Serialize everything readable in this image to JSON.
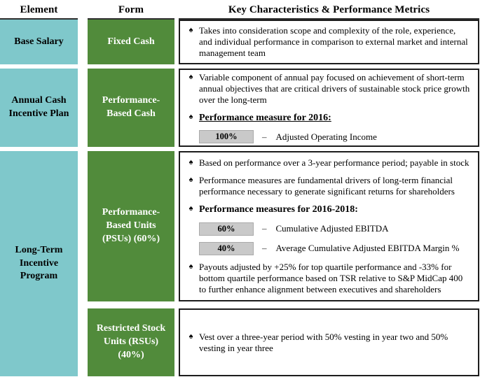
{
  "ui": {
    "bullet_glyph": "♠",
    "dash": "–"
  },
  "colors": {
    "element_fill": "#7FC8CB",
    "form_fill": "#518B3B",
    "badge_fill": "#C9C9C9",
    "border": "#1C1C1C"
  },
  "header": {
    "element": "Element",
    "form": "Form",
    "metrics": "Key Characteristics & Performance Metrics"
  },
  "rows": [
    {
      "element": "Base Salary",
      "form": "Fixed Cash",
      "content": [
        {
          "type": "bullet",
          "text": "Takes into consideration scope and complexity of the role, experience, and individual performance in comparison to external market and internal management team"
        }
      ]
    },
    {
      "element": "Annual Cash Incentive Plan",
      "form": "Performance-Based Cash",
      "content": [
        {
          "type": "bullet",
          "text": "Variable component of annual pay focused on achievement of short-term annual objectives that are critical drivers of sustainable stock price growth over the long-term"
        },
        {
          "type": "bullet_bold_underline",
          "text": "Performance measure for 2016:"
        },
        {
          "type": "measure",
          "pct": "100%",
          "desc": "Adjusted Operating Income"
        }
      ]
    },
    {
      "element": "Long-Term Incentive Program",
      "form": "Performance-Based Units (PSUs) (60%)",
      "content": [
        {
          "type": "bullet",
          "text": "Based on performance over a 3-year performance period; payable in stock"
        },
        {
          "type": "bullet",
          "text": "Performance measures are fundamental drivers of long-term financial performance necessary to generate significant returns for shareholders"
        },
        {
          "type": "bullet_bold",
          "text": "Performance measures for 2016-2018:"
        },
        {
          "type": "measure",
          "pct": "60%",
          "desc": "Cumulative Adjusted EBITDA"
        },
        {
          "type": "measure",
          "pct": "40%",
          "desc": "Average Cumulative Adjusted EBITDA Margin %"
        },
        {
          "type": "bullet",
          "text": "Payouts adjusted by +25% for top quartile performance and -33% for bottom quartile performance based on TSR relative to S&P MidCap 400 to further enhance alignment between executives and shareholders"
        }
      ]
    },
    {
      "form": "Restricted Stock Units (RSUs) (40%)",
      "content": [
        {
          "type": "bullet",
          "text": "Vest over a three-year period with 50% vesting in year two and 50% vesting in year three"
        }
      ]
    }
  ]
}
